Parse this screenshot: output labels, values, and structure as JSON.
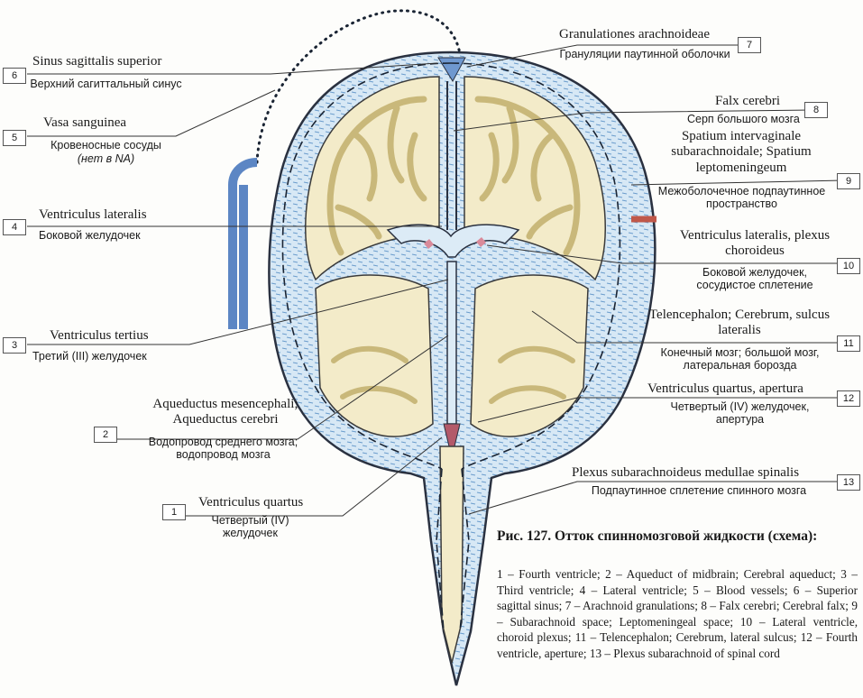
{
  "labels": {
    "l1": {
      "num": "1",
      "lat": "Ventriculus quartus",
      "rus": "Четвертый (IV) желудочек"
    },
    "l2": {
      "num": "2",
      "lat": "Aqueductus mesencephali; Aqueductus cerebri",
      "rus": "Водопровод среднего мозга; водопровод мозга"
    },
    "l3": {
      "num": "3",
      "lat": "Ventriculus tertius",
      "rus": "Третий (III) желудочек"
    },
    "l4": {
      "num": "4",
      "lat": "Ventriculus lateralis",
      "rus": "Боковой желудочек"
    },
    "l5": {
      "num": "5",
      "lat": "Vasa sanguinea",
      "rus": "Кровеносные сосуды",
      "rus2": "(нет в NA)"
    },
    "l6": {
      "num": "6",
      "lat": "Sinus sagittalis superior",
      "rus": "Верхний сагиттальный синус"
    },
    "l7": {
      "num": "7",
      "lat": "Granulationes arachnoideae",
      "rus": "Грануляции паутинной оболочки"
    },
    "l8": {
      "num": "8",
      "lat": "Falx cerebri",
      "rus": "Серп большого мозга"
    },
    "l9": {
      "num": "9",
      "lat": "Spatium intervaginale subarachnoidale; Spatium leptomeningeum",
      "rus": "Межоболочечное подпаутинное пространство"
    },
    "l10": {
      "num": "10",
      "lat": "Ventriculus lateralis, plexus choroideus",
      "rus": "Боковой желудочек, сосудистое сплетение"
    },
    "l11": {
      "num": "11",
      "lat": "Telencephalon; Cerebrum, sulcus lateralis",
      "rus": "Конечный мозг; большой мозг, латеральная борозда"
    },
    "l12": {
      "num": "12",
      "lat": "Ventriculus quartus, apertura",
      "rus": "Четвертый (IV) желудочек, апертура"
    },
    "l13": {
      "num": "13",
      "lat": "Plexus subarachnoideus medullae spinalis",
      "rus": "Подпаутинное сплетение спинного мозга"
    }
  },
  "caption": {
    "title": "Рис. 127. Отток спинномозговой жидкости (схема):",
    "text": "1 – Fourth ventricle; 2 – Aqueduct of midbrain; Cerebral aqueduct; 3 – Third ventricle; 4 – Lateral ventricle; 5 – Blood vessels; 6 – Superior sagittal sinus; 7 – Arachnoid granulations; 8 – Falx cerebri; Cerebral falx; 9 – Subarachnoid space; Leptomeningeal space; 10 – Lateral ventricle, choroid plexus; 11 – Telencephalon; Cerebrum, lateral sulcus; 12 – Fourth ventricle, aperture; 13 – Plexus subarachnoid of spinal cord"
  },
  "colors": {
    "csf_space": "#cfe3f2",
    "brain_tissue": "#f3ebc9",
    "white_matter": "#e9dcaa",
    "outline": "#2a3140",
    "sinus_blue": "#6f98cf",
    "vessel_red": "#c0584a",
    "plexus_pink": "#d98a9a"
  }
}
